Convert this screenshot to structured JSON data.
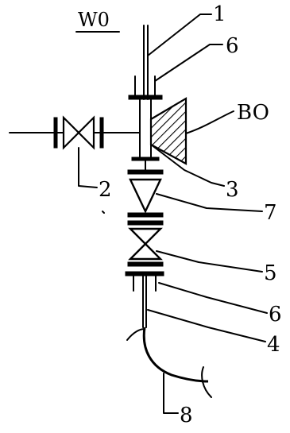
{
  "title": "W0",
  "labels": {
    "l1": "1",
    "l6a": "6",
    "lBO": "BO",
    "l2": "2",
    "l3": "3",
    "l7": "7",
    "l5": "5",
    "l6b": "6",
    "l4": "4",
    "l8": "8"
  }
}
